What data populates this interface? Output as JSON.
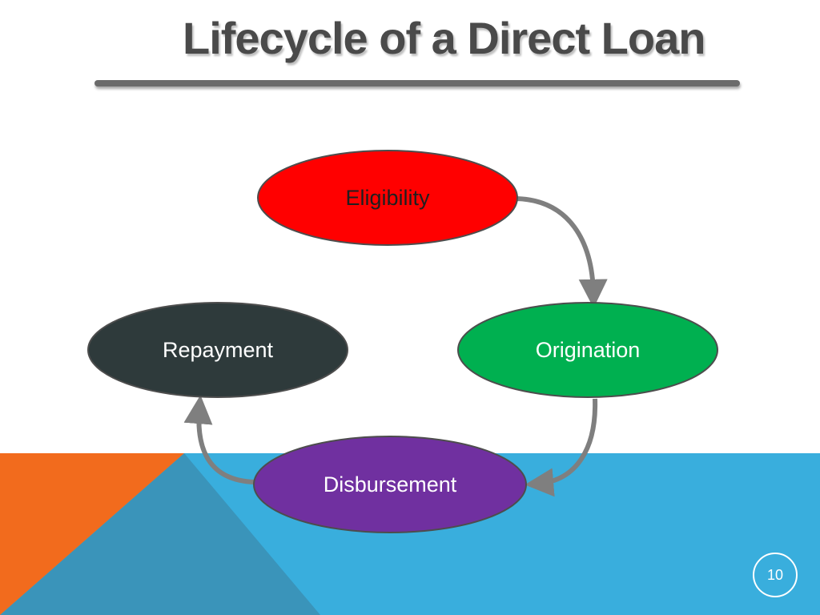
{
  "slide": {
    "title": "Lifecycle of a Direct Loan",
    "page_number": "10"
  },
  "colors": {
    "title_text": "#4a4a4a",
    "title_rule": "#6b6b6b",
    "band_blue": "#39aedd",
    "band_orange": "#f26b1d",
    "band_teal_dark": "#3a94ba",
    "arrow": "#7f7f7f"
  },
  "diagram": {
    "nodes": [
      {
        "id": "eligibility",
        "label": "Eligibility",
        "fill": "#ff0000",
        "text_color": "#1f1f1f"
      },
      {
        "id": "origination",
        "label": "Origination",
        "fill": "#00b050",
        "text_color": "#ffffff"
      },
      {
        "id": "disbursement",
        "label": "Disbursement",
        "fill": "#7030a0",
        "text_color": "#ffffff"
      },
      {
        "id": "repayment",
        "label": "Repayment",
        "fill": "#2e3a3b",
        "text_color": "#ffffff"
      }
    ],
    "edges": [
      {
        "from": "eligibility",
        "to": "origination"
      },
      {
        "from": "origination",
        "to": "disbursement"
      },
      {
        "from": "disbursement",
        "to": "repayment"
      }
    ]
  }
}
